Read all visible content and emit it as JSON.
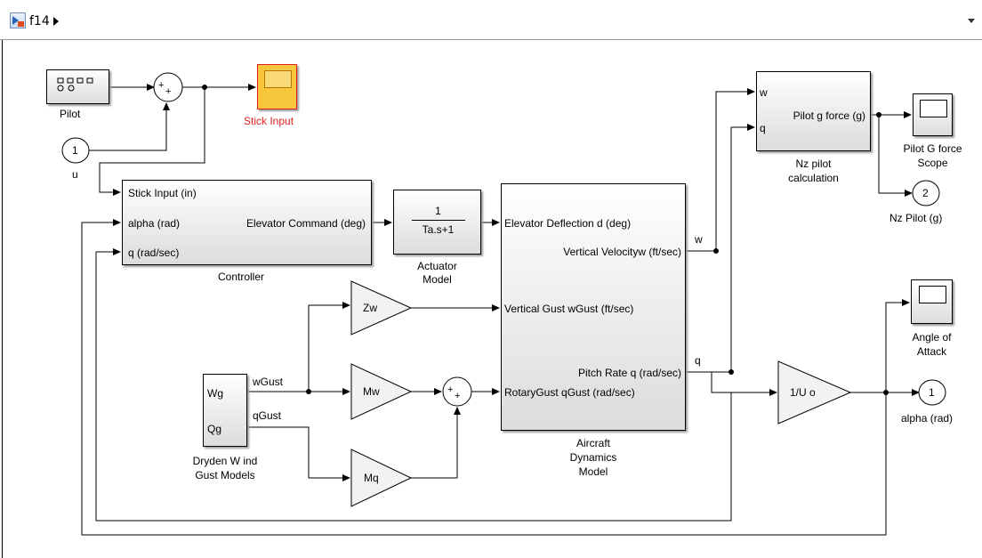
{
  "window": {
    "breadcrumb": "f14"
  },
  "blocks": {
    "pilot": "Pilot",
    "stick_input": "Stick Input",
    "u_port_num": "1",
    "u_label": "u",
    "controller": {
      "name": "Controller",
      "in1": "Stick Input (in)",
      "in2": "alpha (rad)",
      "in3": "q (rad/sec)",
      "out": "Elevator Command (deg)"
    },
    "actuator": {
      "num": "1",
      "den": "Ta.s+1",
      "name_line1": "Actuator",
      "name_line2": "Model"
    },
    "aircraft": {
      "in1": "Elevator Deflection d (deg)",
      "in2": "Vertical Gust wGust (ft/sec)",
      "in3": "RotaryGust qGust (rad/sec)",
      "out1": "Vertical Velocityw (ft/sec)",
      "out2": "Pitch Rate q (rad/sec)",
      "name_line1": "Aircraft",
      "name_line2": "Dynamics",
      "name_line3": "Model"
    },
    "nz": {
      "in1": "w",
      "in2": "q",
      "out": "Pilot g force (g)",
      "name_line1": "Nz pilot",
      "name_line2": "calculation"
    },
    "pilot_scope": {
      "name_line1": "Pilot G force",
      "name_line2": "Scope"
    },
    "nz_out": {
      "num": "2",
      "label": "Nz Pilot (g)"
    },
    "aoa_scope": {
      "name_line1": "Angle of",
      "name_line2": "Attack"
    },
    "alpha_out": {
      "num": "1",
      "label": "alpha (rad)"
    },
    "gain_zw": "Zw",
    "gain_mw": "Mw",
    "gain_mq": "Mq",
    "gain_uo": "1/U o",
    "dryden": {
      "out1": "Wg",
      "out2": "Qg",
      "name_line1": "Dryden W ind",
      "name_line2": "Gust Models"
    },
    "sum_plus": "+",
    "signals": {
      "w": "w",
      "q": "q",
      "wgust": "wGust",
      "qgust": "qGust"
    }
  },
  "colors": {
    "stick_input_border": "#e02020",
    "stick_input_fill": "#f7c63a",
    "line": "#000000"
  }
}
